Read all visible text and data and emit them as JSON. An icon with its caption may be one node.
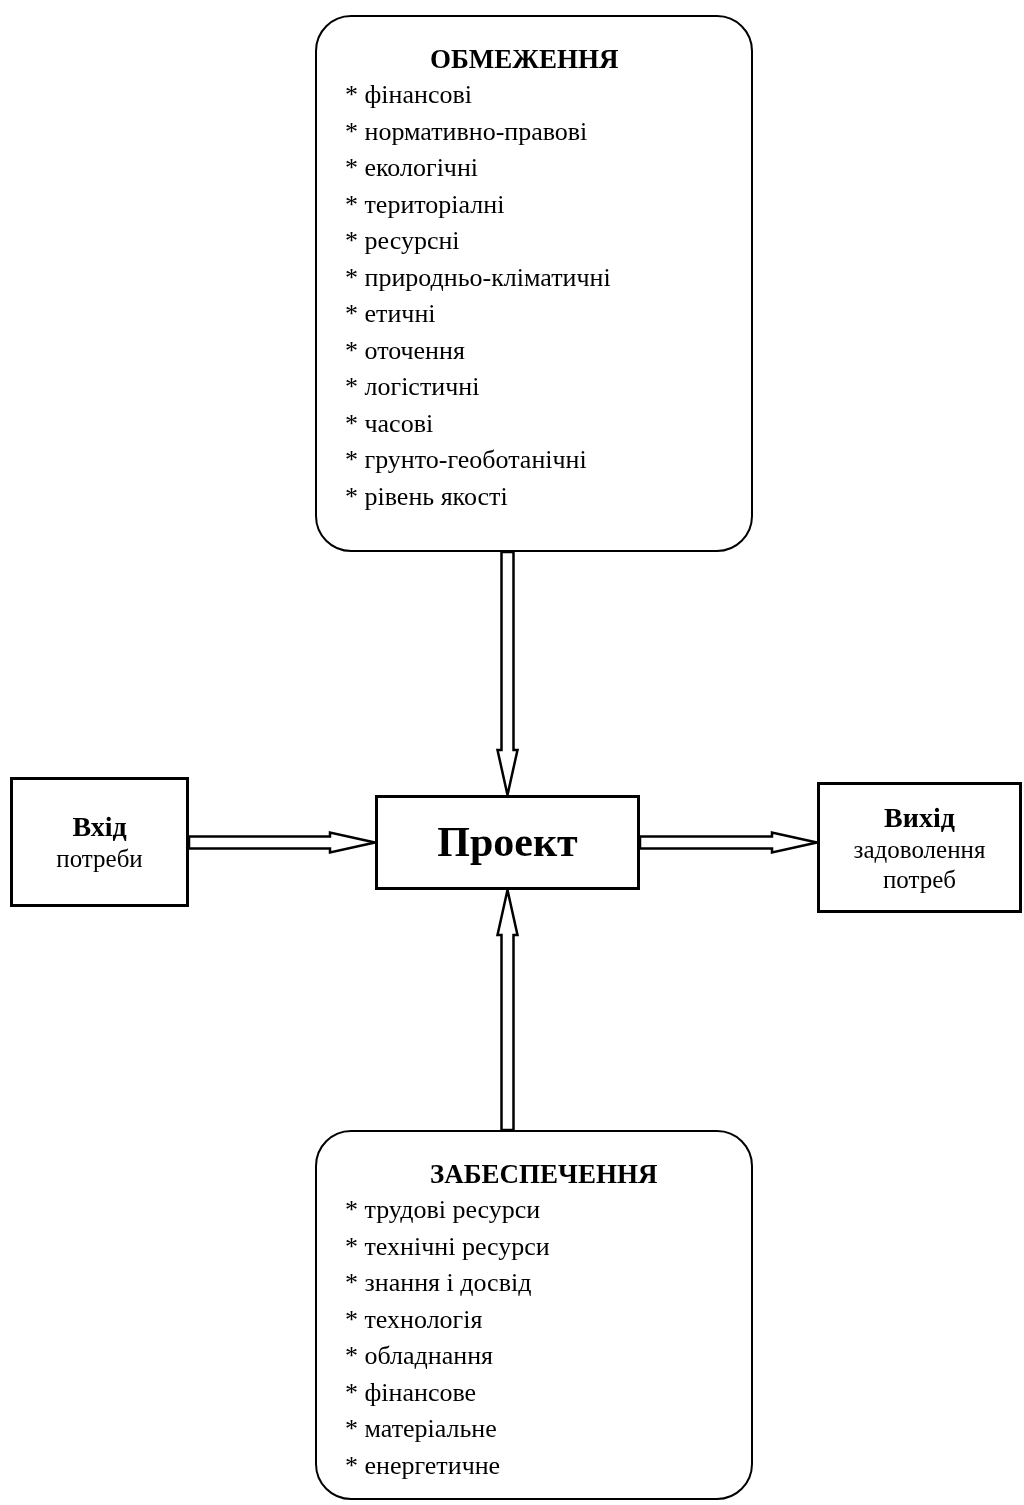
{
  "diagram": {
    "nodes": [
      {
        "text": [
          "ОБМЕЖЕННЯ",
          "* фінансові",
          "* нормативно-правові",
          "* екологічні",
          "* територіалні",
          "* ресурсні",
          "* природньо-кліматичні",
          "* етичні",
          "* оточення",
          "* логістичні",
          "* часові",
          "* грунто-геоботанічні",
          "* рівень якості"
        ]
      },
      {
        "text": [
          "Вхід",
          "потреби"
        ]
      },
      {
        "text": [
          "Проект"
        ]
      },
      {
        "text": [
          "Вихід",
          "задоволення потреб"
        ]
      },
      {
        "text": [
          "ЗАБЕСПЕЧЕННЯ",
          "* трудові ресурси",
          "* технічні ресурси",
          "* знання і досвід",
          "* технологія",
          "* обладнання",
          "* фінансове",
          "* матеріальне",
          "* енергетичне"
        ]
      }
    ],
    "edges": [
      {
        "from": 0,
        "to": 2,
        "arrow": "to"
      },
      {
        "from": 1,
        "to": 2,
        "arrow": "to"
      },
      {
        "from": 2,
        "to": 3,
        "arrow": "to"
      },
      {
        "from": 4,
        "to": 2,
        "arrow": "to"
      }
    ]
  }
}
